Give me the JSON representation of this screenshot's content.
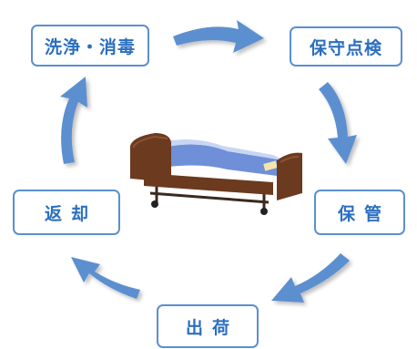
{
  "cycle": {
    "steps": [
      {
        "id": "wash",
        "label": "洗浄・消毒"
      },
      {
        "id": "maint",
        "label": "保守点検"
      },
      {
        "id": "storage",
        "label": "保管"
      },
      {
        "id": "ship",
        "label": "出荷"
      },
      {
        "id": "return",
        "label": "返却"
      }
    ],
    "center_image": "hospital-bed-icon"
  },
  "colors": {
    "arrow": "#5b8fd0",
    "text": "#2b6fbf",
    "border": "#5b8fd0",
    "mattress": "#6f8fd8",
    "frame": "#6b3a1f"
  }
}
